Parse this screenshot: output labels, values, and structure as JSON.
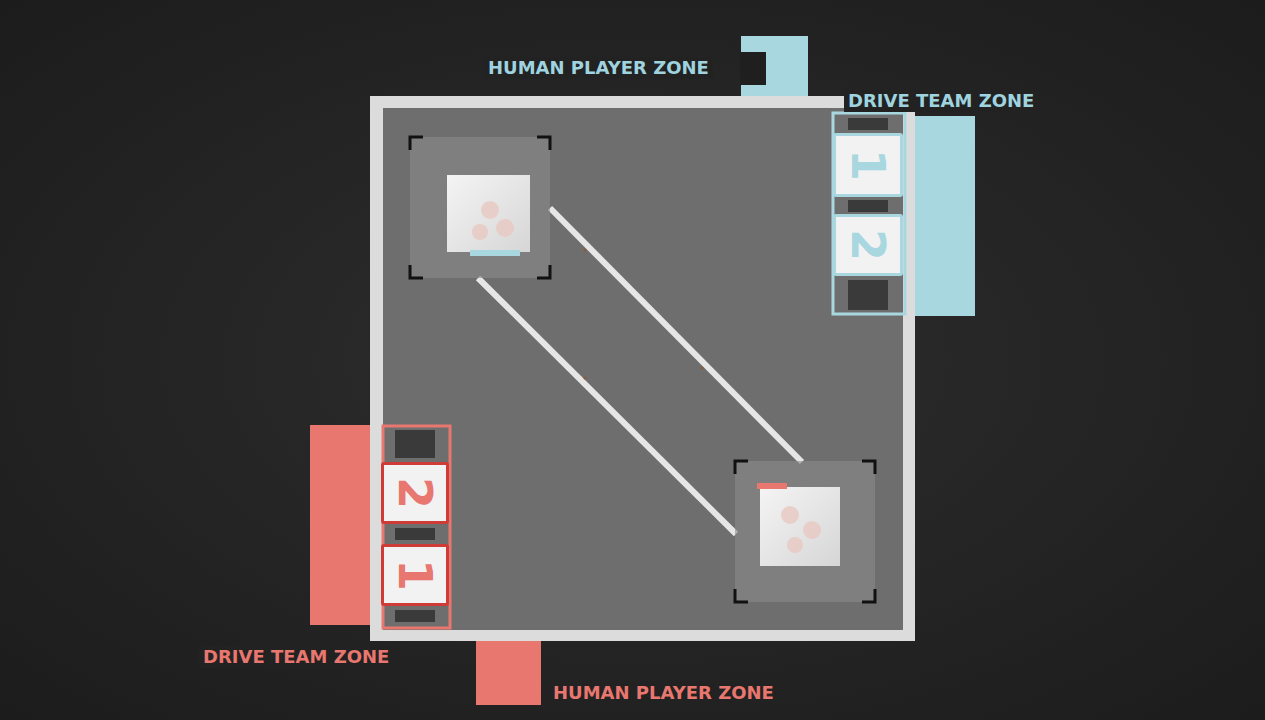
{
  "diagram": {
    "nodes": [
      {
        "text": [
          "1"
        ]
      },
      {
        "text": [
          "2"
        ]
      },
      {
        "text": [
          "2"
        ]
      },
      {
        "text": [
          "1"
        ]
      }
    ],
    "labels": [
      "HUMAN PLAYER ZONE",
      "DRIVE TEAM ZONE",
      "DRIVE TEAM ZONE",
      "HUMAN PLAYER ZONE"
    ]
  }
}
